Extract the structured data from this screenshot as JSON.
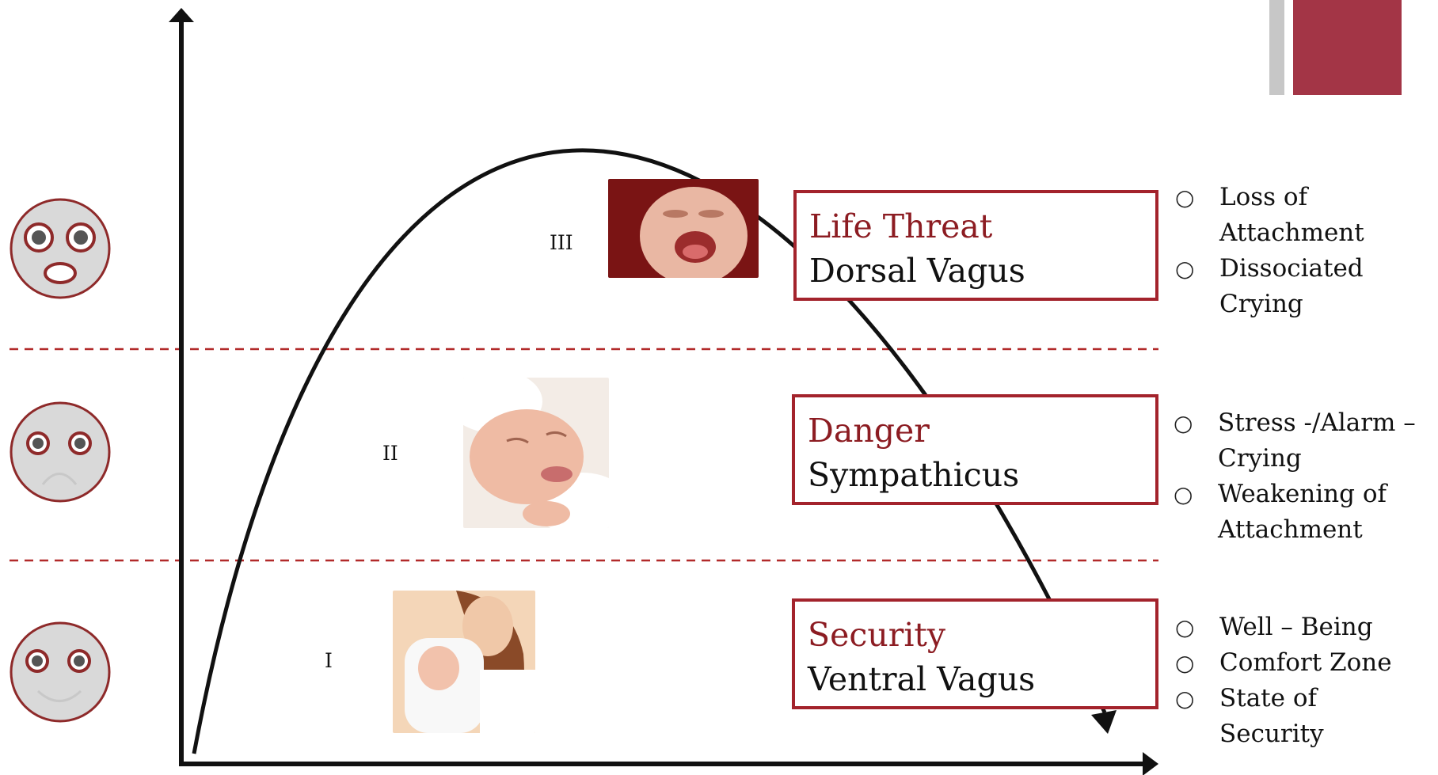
{
  "roman_numerals": [
    "I",
    "II",
    "III"
  ],
  "zones": {
    "life_threat": {
      "title": "Life Threat",
      "subtitle": "Dorsal Vagus"
    },
    "danger": {
      "title": "Danger",
      "subtitle": "Sympathicus"
    },
    "security": {
      "title": "Security",
      "subtitle": "Ventral Vagus"
    }
  },
  "bullets": {
    "life_threat": [
      "Loss of Attachment",
      "Dissociated Crying"
    ],
    "danger": [
      "Stress -/Alarm – Crying",
      "Weakening of Attachment"
    ],
    "security": [
      "Well – Being",
      "Comfort Zone",
      "State of Security"
    ]
  },
  "bullet_glyph": "○",
  "faces": [
    "shocked-face-icon",
    "sad-face-icon",
    "smiling-face-icon"
  ],
  "colors": {
    "accent_red": "#a3232c",
    "title_red": "#8c1c22",
    "deco_red": "#a33546",
    "deco_gray": "#c7c7c7",
    "face_fill": "#d9d9d9",
    "face_outline": "#8e2a2a",
    "divider": "#b22a2a"
  }
}
